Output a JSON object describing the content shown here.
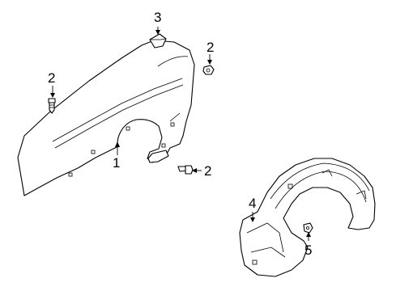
{
  "callouts": {
    "fender": "1",
    "bolt_left": "2",
    "bolt_top_right": "2",
    "bolt_bottom": "2",
    "cap": "3",
    "liner": "4",
    "clip": "5"
  }
}
